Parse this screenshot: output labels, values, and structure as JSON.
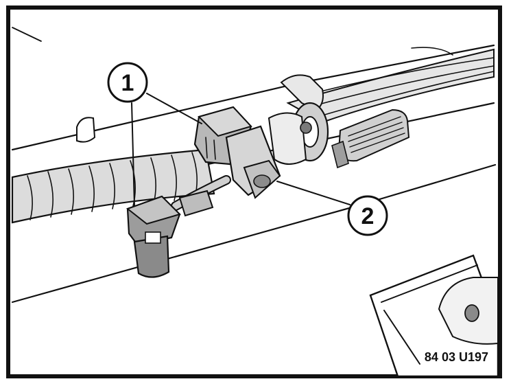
{
  "figure": {
    "callouts": [
      {
        "id": "1",
        "label": "1"
      },
      {
        "id": "2",
        "label": "2"
      }
    ],
    "figure_code": "84 03 U197",
    "colors": {
      "ink": "#111111",
      "paper": "#ffffff",
      "shade_light": "#d9d9d9",
      "shade_mid": "#b3b3b3",
      "shade_dark": "#7a7a7a"
    }
  }
}
